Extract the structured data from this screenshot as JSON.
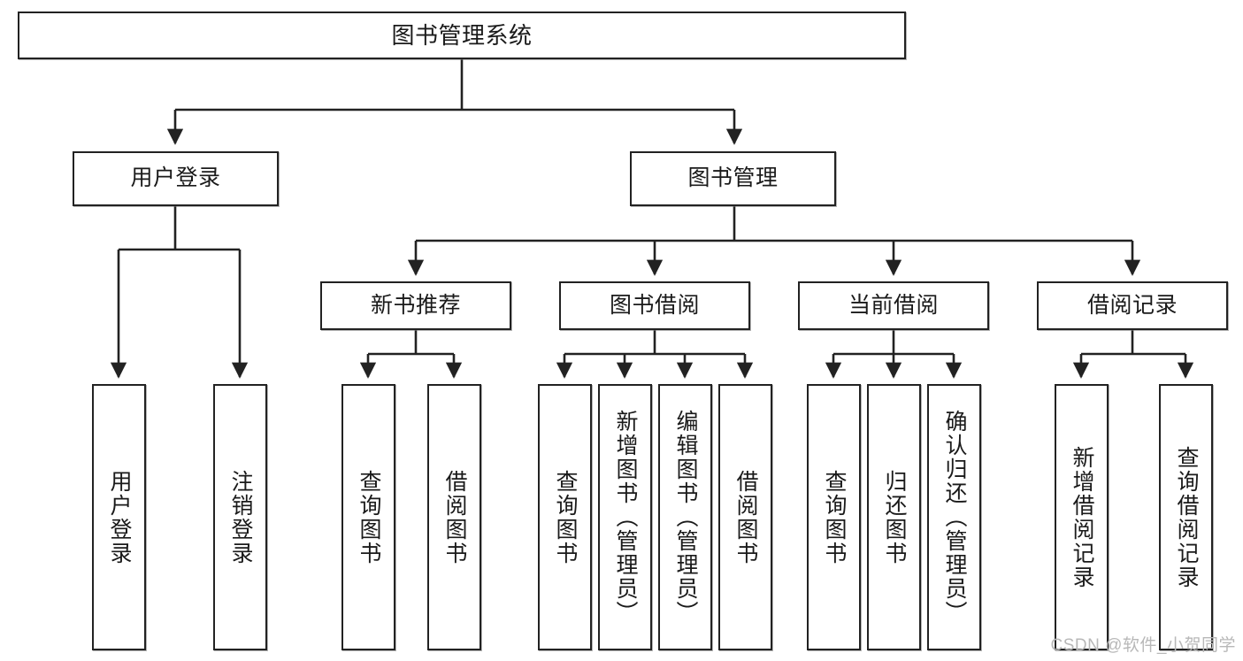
{
  "diagram": {
    "title": "图书管理系统",
    "type": "hierarchy-tree",
    "root": {
      "id": "root",
      "label": "图书管理系统"
    },
    "level2": [
      {
        "id": "user-login",
        "label": "用户登录"
      },
      {
        "id": "book-management",
        "label": "图书管理"
      }
    ],
    "level3": [
      {
        "id": "new-book-recommend",
        "label": "新书推荐",
        "parent": "book-management"
      },
      {
        "id": "book-borrow",
        "label": "图书借阅",
        "parent": "book-management"
      },
      {
        "id": "current-borrow",
        "label": "当前借阅",
        "parent": "book-management"
      },
      {
        "id": "borrow-record",
        "label": "借阅记录",
        "parent": "book-management"
      }
    ],
    "leaves": [
      {
        "id": "leaf-user-login",
        "label": "用户登录",
        "parent": "user-login"
      },
      {
        "id": "leaf-logout",
        "label": "注销登录",
        "parent": "user-login"
      },
      {
        "id": "leaf-query-book-1",
        "label": "查询图书",
        "parent": "new-book-recommend"
      },
      {
        "id": "leaf-borrow-book-1",
        "label": "借阅图书",
        "parent": "new-book-recommend"
      },
      {
        "id": "leaf-query-book-2",
        "label": "查询图书",
        "parent": "book-borrow"
      },
      {
        "id": "leaf-add-book",
        "label": "新增图书（管理员）",
        "parent": "book-borrow"
      },
      {
        "id": "leaf-edit-book",
        "label": "编辑图书（管理员）",
        "parent": "book-borrow"
      },
      {
        "id": "leaf-borrow-book-2",
        "label": "借阅图书",
        "parent": "book-borrow"
      },
      {
        "id": "leaf-query-book-3",
        "label": "查询图书",
        "parent": "current-borrow"
      },
      {
        "id": "leaf-return-book",
        "label": "归还图书",
        "parent": "current-borrow"
      },
      {
        "id": "leaf-confirm-return",
        "label": "确认归还（管理员）",
        "parent": "current-borrow"
      },
      {
        "id": "leaf-add-record",
        "label": "新增借阅记录",
        "parent": "borrow-record"
      },
      {
        "id": "leaf-query-record",
        "label": "查询借阅记录",
        "parent": "borrow-record"
      }
    ]
  },
  "watermark": {
    "text": "CSDN @软件_小贺同学"
  },
  "colors": {
    "stroke": "#222222",
    "background": "#ffffff",
    "text": "#1a1a1a",
    "watermark": "#b8b8b8"
  }
}
